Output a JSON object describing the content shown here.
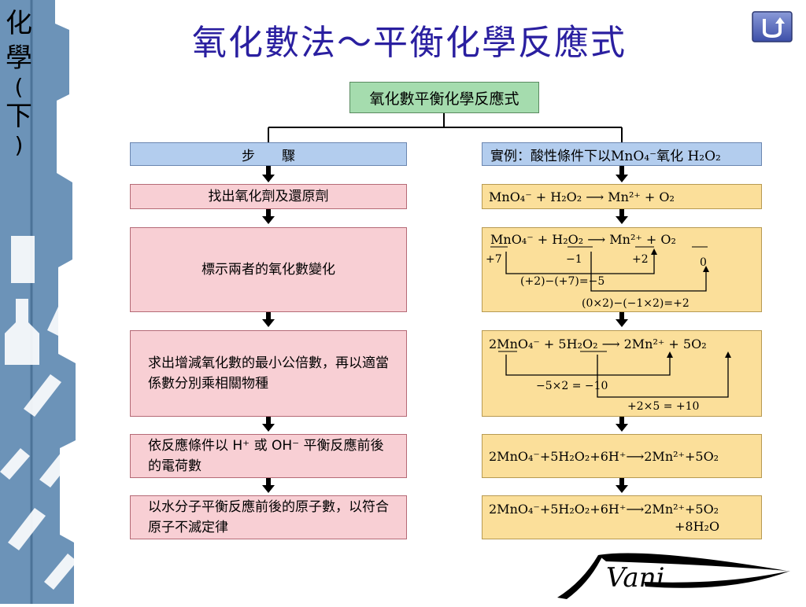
{
  "sidebar": {
    "chars": [
      "化",
      "學",
      "(",
      "下",
      ")"
    ]
  },
  "title": "氧化數法～平衡化學反應式",
  "flowchart": {
    "root": "氧化數平衡化學反應式",
    "left_header": "步　　驟",
    "right_header": "實例：酸性條件下以MnO₄⁻氧化 H₂O₂",
    "steps": [
      "找出氧化劑及還原劑",
      "標示兩者的氧化數變化",
      "求出增減氧化數的最小公倍數，再以適當係數分別乘相關物種",
      "依反應條件以 H⁺ 或 OH⁻ 平衡反應前後的電荷數",
      "以水分子平衡反應前後的原子數，以符合原子不滅定律"
    ],
    "examples": {
      "e1": "MnO₄⁻ + H₂O₂ ⟶ Mn²⁺ + O₂",
      "e2": {
        "eq": "MnO₄⁻ + H₂O₂ ⟶ Mn²⁺ + O₂",
        "ox": [
          "+7",
          "−1",
          "+2",
          "0"
        ],
        "calc1": "(+2)−(+7)=−5",
        "calc2": "(0×2)−(−1×2)=+2"
      },
      "e3": {
        "eq": "2MnO₄⁻ + 5H₂O₂ ⟶ 2Mn²⁺ + 5O₂",
        "calc1": "−5×2 = −10",
        "calc2": "+2×5 = +10"
      },
      "e4": "2MnO₄⁻+5H₂O₂+6H⁺⟶2Mn²⁺+5O₂",
      "e5": [
        "2MnO₄⁻+5H₂O₂+6H⁺⟶2Mn²⁺+5O₂",
        "+8H₂O"
      ]
    }
  },
  "logo_text": "Vani",
  "colors": {
    "title": "#2a1fa0",
    "root_fill": "#a5dcae",
    "header_fill": "#b3cdee",
    "step_fill": "#f8cfd4",
    "example_fill": "#fbdf9a",
    "sidebar_blue": "#6c93b8"
  },
  "icons": {
    "home": "return-u-icon"
  }
}
